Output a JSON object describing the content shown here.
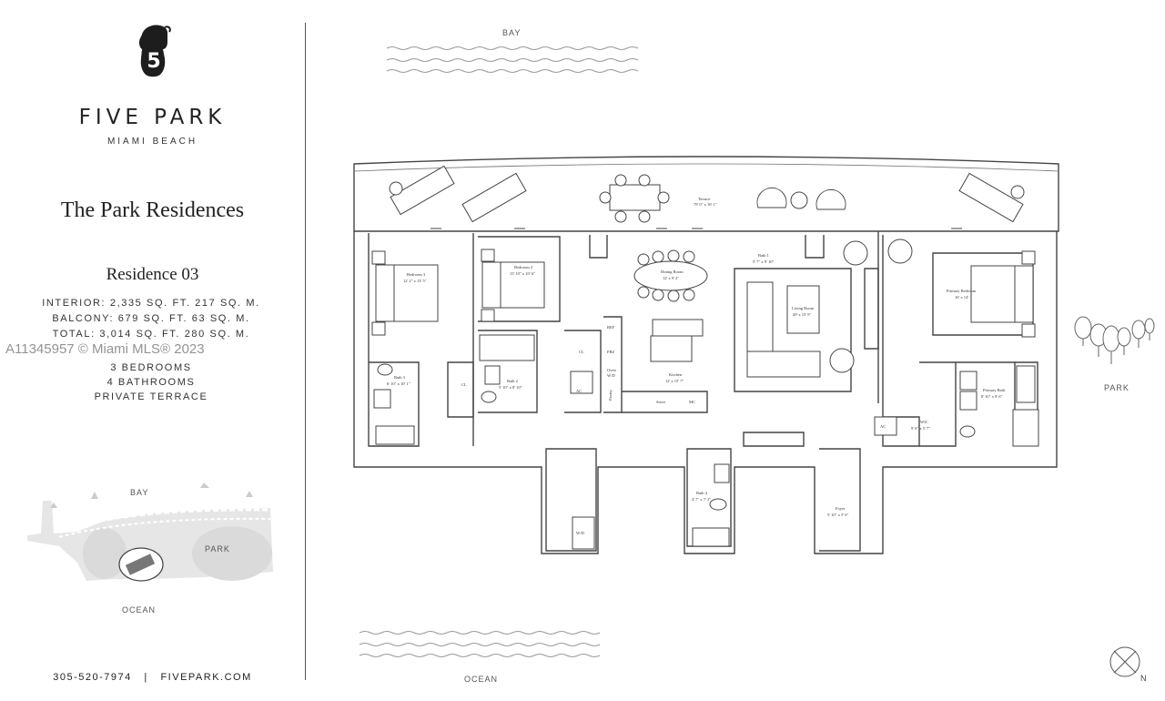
{
  "brand": {
    "name": "FIVE PARK",
    "location": "MIAMI BEACH",
    "logo_letter": "5"
  },
  "collection": "The Park Residences",
  "residence": "Residence 03",
  "specs": {
    "interior": "INTERIOR: 2,335 SQ. FT. 217 SQ. M.",
    "balcony": "BALCONY: 679 SQ. FT. 63 SQ. M.",
    "total": "TOTAL: 3,014 SQ. FT. 280 SQ. M.",
    "bedrooms": "3 BEDROOMS",
    "bathrooms": "4 BATHROOMS",
    "terrace": "PRIVATE TERRACE"
  },
  "watermark": "A11345957 © Miami MLS® 2023",
  "key_plan": {
    "bay": "BAY",
    "park": "PARK",
    "ocean": "OCEAN"
  },
  "footer": {
    "phone": "305-520-7974",
    "separator": "|",
    "website": "FIVEPARK.COM"
  },
  "orientation": {
    "top": "BAY",
    "right": "PARK",
    "bottom": "OCEAN",
    "compass": "N"
  },
  "rooms": {
    "terrace": "Terrace",
    "terrace_dim": "79' 0\" x 16' 1\"",
    "bedroom3": "Bedroom 3",
    "bedroom3_dim": "12' 2\" x 13' 5\"",
    "bedroom2": "Bedroom 2",
    "bedroom2_dim": "13' 10\" x 10' 6\"",
    "dining": "Dining Room",
    "dining_dim": "12' x 9' 2\"",
    "bath1": "Bath 1",
    "bath1_dim": "5' 7\" x 9' 10\"",
    "living": "Living Room",
    "living_dim": "20' x 15' 9\"",
    "primary_bedroom": "Primary Bedroom",
    "primary_bedroom_dim": "16' x 14'",
    "bath3": "Bath 3",
    "bath3_dim": "6' 10\" x 10' 1\"",
    "bath2": "Bath 2",
    "bath2_dim": "5' 10\" x 8' 10\"",
    "kitchen": "Kitchen",
    "kitchen_dim": "12' x 15' 7\"",
    "wic": "WIC",
    "wic_dim": "9' 6\" x 5' 7\"",
    "primary_bath": "Primary Bath",
    "primary_bath_dim": "8' 10\" x 9' 6\"",
    "bath4": "Bath 4",
    "bath4_dim": "4' 7\" x 7' 3\"",
    "foyer": "Foyer",
    "foyer_dim": "5' 10\" x 5' 6\"",
    "wd": "W/D",
    "ref": "REF",
    "frz": "FRZ",
    "oven": "Oven",
    "wd2": "W/D",
    "pantry": "Pantry",
    "stove": "Stove",
    "mc": "MC",
    "cl": "CL",
    "cl2": "CL",
    "ac": "AC",
    "ac2": "AC"
  }
}
